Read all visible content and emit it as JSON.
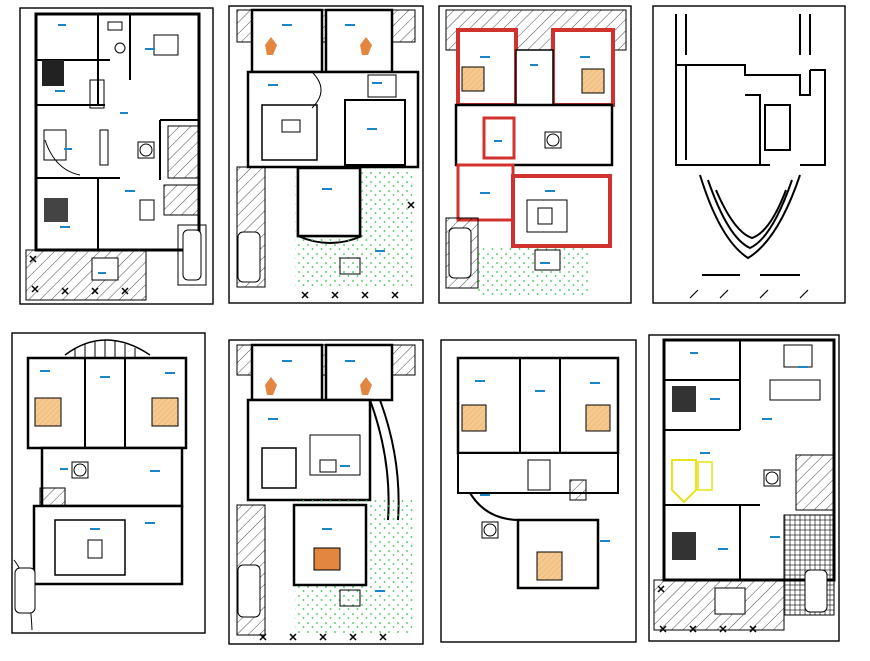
{
  "sheet": {
    "background": "#ffffff",
    "line_color": "#000000",
    "accent_label_color": "#1a86c8",
    "bed_fill_color": "#f5c98f",
    "garden_dot_color": "#3bbf4f",
    "wall_hatch_color": "#d2322d",
    "highlight_color": "#e8e21a"
  },
  "panels": [
    {
      "id": "plan-1",
      "kind": "ground-floor-furnished"
    },
    {
      "id": "plan-2",
      "kind": "ground-floor-with-garden"
    },
    {
      "id": "plan-3",
      "kind": "first-floor-red-walls"
    },
    {
      "id": "plan-4",
      "kind": "outline-plan"
    },
    {
      "id": "plan-5",
      "kind": "first-floor-furnished"
    },
    {
      "id": "plan-6",
      "kind": "ground-floor-with-garden"
    },
    {
      "id": "plan-7",
      "kind": "first-floor-furnished"
    },
    {
      "id": "plan-8",
      "kind": "ground-floor-furnished"
    }
  ]
}
